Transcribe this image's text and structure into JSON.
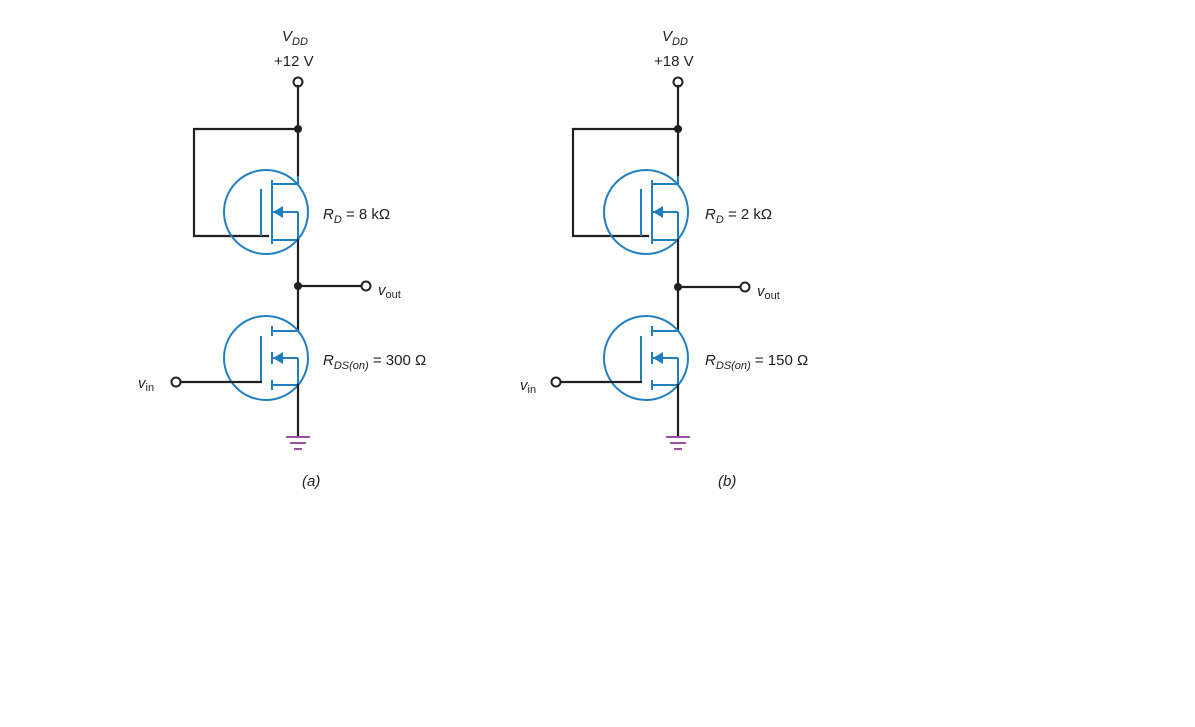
{
  "circuits": [
    {
      "vdd_label": "V",
      "vdd_sub": "DD",
      "vdd_value": "+12 V",
      "rd_label": "R",
      "rd_sub": "D",
      "rd_value": " = 8 kΩ",
      "rds_label": "R",
      "rds_sub": "DS(on)",
      "rds_value": " = 300 Ω",
      "vout_label": "v",
      "vout_sub": "out",
      "vin_label": "v",
      "vin_sub": "in",
      "caption": "(a)"
    },
    {
      "vdd_label": "V",
      "vdd_sub": "DD",
      "vdd_value": "+18 V",
      "rd_label": "R",
      "rd_sub": "D",
      "rd_value": " = 2 kΩ",
      "rds_label": "R",
      "rds_sub": "DS(on)",
      "rds_value": " = 150 Ω",
      "vout_label": "v",
      "vout_sub": "out",
      "vin_label": "v",
      "vin_sub": "in",
      "caption": "(b)"
    }
  ],
  "colors": {
    "wire": "#231f20",
    "mosfet": "#1f7fc1",
    "ground": "#9b4fa0"
  }
}
